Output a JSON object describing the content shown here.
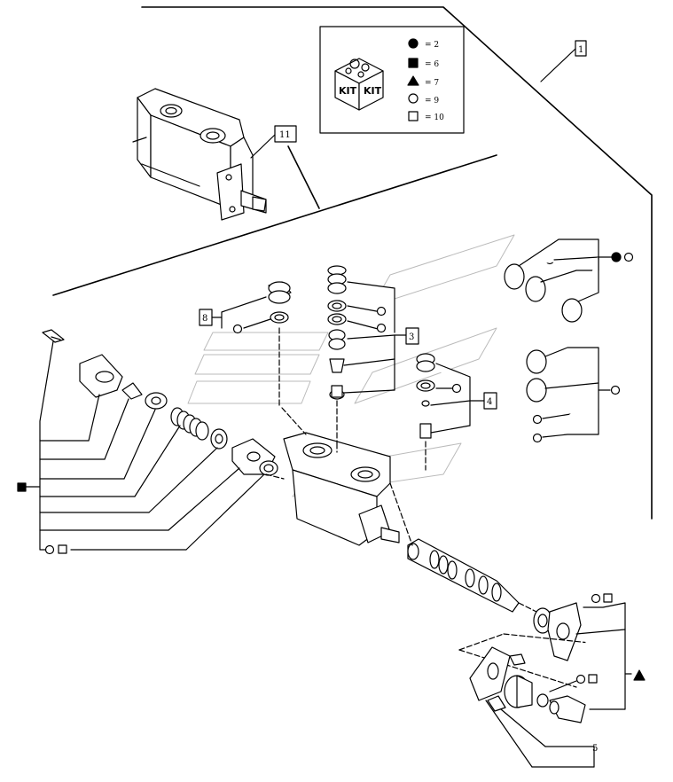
{
  "legend": {
    "kit_text_1": "KIT",
    "kit_text_2": "KIT",
    "entries": [
      {
        "symbol": "filled-circle",
        "text": "= 2"
      },
      {
        "symbol": "filled-square",
        "text": "= 6"
      },
      {
        "symbol": "filled-triangle",
        "text": "= 7"
      },
      {
        "symbol": "open-circle",
        "text": "= 9"
      },
      {
        "symbol": "open-square",
        "text": "= 10"
      }
    ]
  },
  "callouts": {
    "c1": "1",
    "c11": "11",
    "c8": "8",
    "c3": "3",
    "c4": "4",
    "c5": "5"
  }
}
